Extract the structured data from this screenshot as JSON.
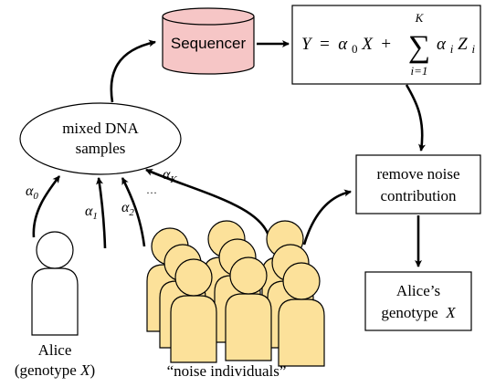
{
  "sequencer": {
    "label": "Sequencer",
    "fill": "#f6c6c6",
    "stroke": "#000000"
  },
  "mixed_dna": {
    "line1": "mixed DNA",
    "line2": "samples"
  },
  "equation": {
    "lhs": "Y",
    "eq": " = ",
    "alpha0": "α",
    "alpha0_sub": "0",
    "x": "X",
    "plus": " + ",
    "sum_symbol": "∑",
    "sum_upper": "K",
    "sum_lower": "i=1",
    "alpha_i": "α",
    "alpha_i_sub": "i",
    "z": "Z",
    "z_sub": "i"
  },
  "remove_noise": {
    "line1": "remove noise",
    "line2": "contribution"
  },
  "result": {
    "line1": "Alice’s",
    "line2_prefix": "genotype ",
    "line2_var": "X"
  },
  "alice": {
    "name": "Alice",
    "caption_prefix": "(genotype ",
    "caption_var": "X",
    "caption_suffix": ")"
  },
  "noise_caption": "“noise individuals”",
  "arrow_labels": {
    "a0": {
      "sym": "α",
      "sub": "0"
    },
    "a1": {
      "sym": "α",
      "sub": "1"
    },
    "a2": {
      "sym": "α",
      "sub": "2"
    },
    "aK": {
      "sym": "α",
      "sub": "K"
    },
    "dots": "···"
  },
  "colors": {
    "person_fill": "#fce19a",
    "person_stroke": "#000000",
    "alice_fill": "#ffffff"
  }
}
